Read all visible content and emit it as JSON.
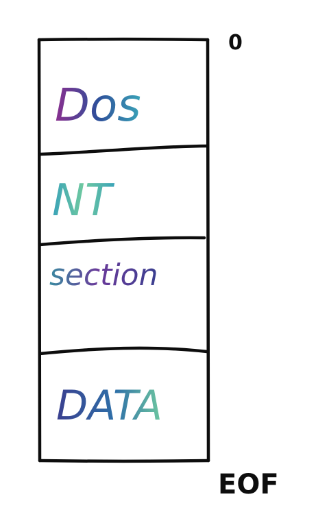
{
  "segments": [
    {
      "label": "Dos"
    },
    {
      "label": "NT"
    },
    {
      "label": "section"
    },
    {
      "label": "DATA"
    }
  ],
  "top_marker": "0",
  "bottom_marker": "EOF",
  "colors": {
    "ink": "#0d0d0d",
    "purple": "#8a2f8f",
    "deep_blue": "#2e4f9a",
    "teal": "#3aa3b8",
    "mint": "#6fc9a0",
    "violet": "#6a3a9a",
    "navy": "#3a3f8f"
  }
}
